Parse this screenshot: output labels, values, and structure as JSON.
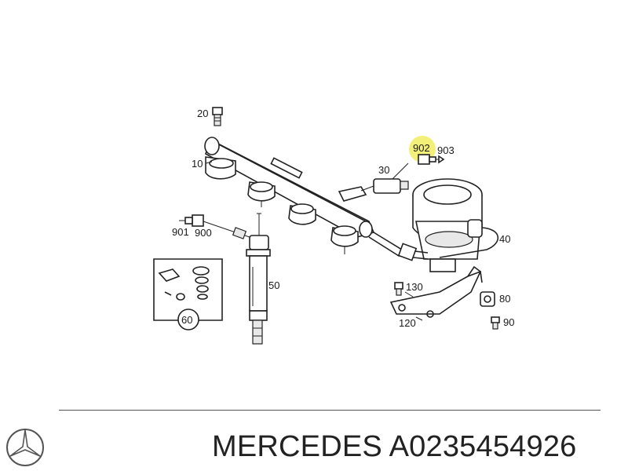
{
  "diagram": {
    "callouts": {
      "c20": "20",
      "c10": "10",
      "c902": "902",
      "c903": "903",
      "c30": "30",
      "c901": "901",
      "c900": "900",
      "c50": "50",
      "c40": "40",
      "c130": "130",
      "c80": "80",
      "c120": "120",
      "c90": "90",
      "c60": "60"
    },
    "highlight_color": "#f3f07a"
  },
  "footer": {
    "caption": "MERCEDES A0235454926",
    "logo_icon": "mercedes-star-icon"
  }
}
